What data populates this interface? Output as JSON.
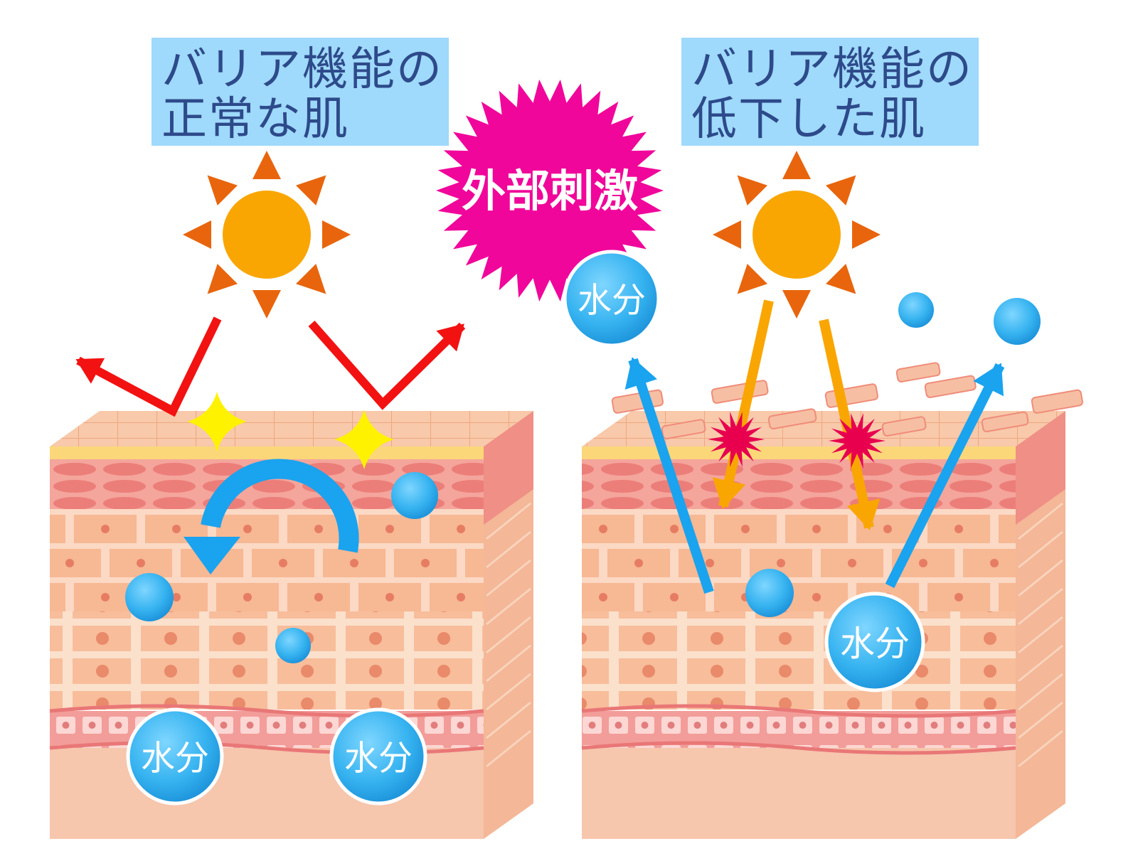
{
  "titles": {
    "left": {
      "line1": "バリア機能の",
      "line2": "正常な肌"
    },
    "right": {
      "line1": "バリア機能の",
      "line2": "低下した肌"
    }
  },
  "burst_label": "外部刺激",
  "moisture_label": "水分",
  "colors": {
    "title_bg": "#9fd9fb",
    "title_text": "#2d4a8a",
    "burst": "#f0069a",
    "sun": "#f9a602",
    "sun_rays": "#e8650d",
    "reflect_arrow": "#f21212",
    "uv_arrow": "#f9a602",
    "moisture_arrow": "#1aa3ee",
    "water_drop": "#3bb6f2",
    "sparkle": "#fff200",
    "damage": "#e8004f"
  }
}
